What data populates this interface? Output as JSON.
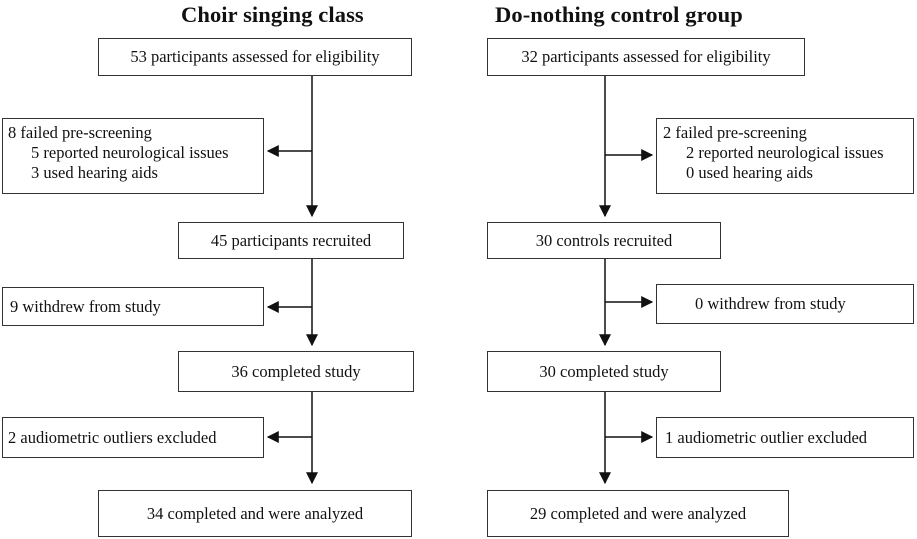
{
  "left": {
    "heading": "Choir singing class",
    "assessed": "53 participants assessed for eligibility",
    "prescreen": {
      "title": "8 failed pre-screening",
      "items": [
        "5 reported neurological issues",
        "3 used hearing aids"
      ]
    },
    "recruited": "45 participants recruited",
    "withdrew": "9 withdrew from study",
    "completed": "36 completed study",
    "outliers": "2 audiometric outliers excluded",
    "analyzed": "34 completed and were analyzed"
  },
  "right": {
    "heading": "Do-nothing control group",
    "assessed": "32 participants assessed for eligibility",
    "prescreen": {
      "title": "2 failed pre-screening",
      "items": [
        "2 reported neurological issues",
        "0 used hearing aids"
      ]
    },
    "recruited": "30 controls recruited",
    "withdrew": "0 withdrew from study",
    "completed": "30 completed study",
    "outliers": "1 audiometric outlier excluded",
    "analyzed": "29 completed and were analyzed"
  }
}
